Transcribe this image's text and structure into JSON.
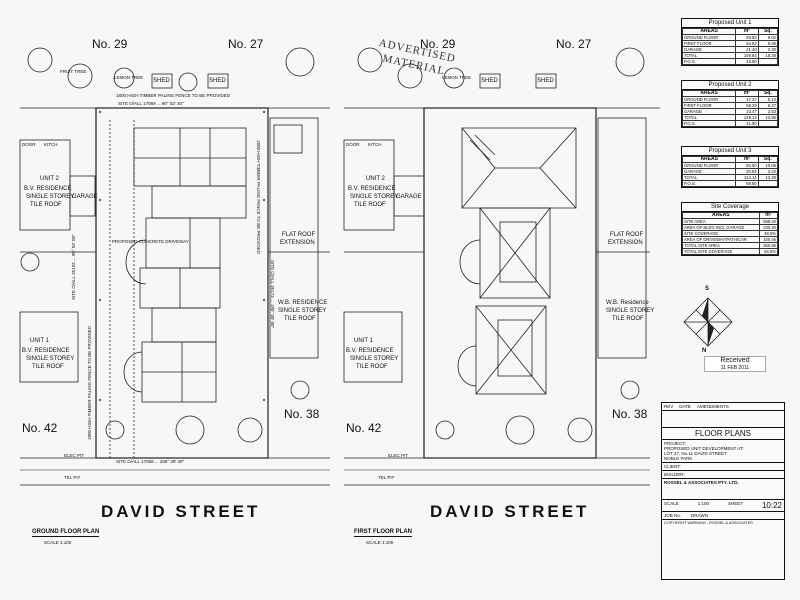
{
  "sheet": {
    "title": "Unit development floor plans - 11 David Street"
  },
  "ground": {
    "plan_label": "GROUND FLOOR PLAN",
    "scale": "SCALE 1:100",
    "boundary_top": "SITE O/ALL 17069 ... 90° 53' 30\"",
    "boundary_bottom": "SITE O/ALL 17069 ... 269° 39' 30\"",
    "boundary_left": "SITE O/ALL 35193 ... 90° 02' 00\"",
    "boundary_right": "SITE O/ALL 35173 ... 180° 00' 00\"",
    "fence_top": "1800 HIGH TIMBER PALING FENCE TO BE PROVIDED",
    "fence_left": "1800 HIGH TIMBER PALING FENCE TO BE PROVIDED",
    "fence_right": "1800 HIGH TIMBER PALING FENCE TO BE PROVIDED",
    "shed1": "SHED",
    "shed2": "SHED",
    "fruit_tree": "FRUIT TREE",
    "lemon_tree": "LEMON TREE",
    "door": "DOOR",
    "kitch": "KITCH",
    "unit2_title": "UNIT 2",
    "unit2_desc1": "B.V. RESIDENCE",
    "unit2_desc2": "SINGLE STOREY",
    "unit2_desc3": "TILE ROOF",
    "garage": "GARAGE",
    "unit1_title": "UNIT 1",
    "unit1_desc1": "B.V. RESIDENCE",
    "unit1_desc2": "SINGLE STOREY",
    "unit1_desc3": "TILE ROOF",
    "flat_roof": "FLAT ROOF",
    "extension": "EXTENSION",
    "wb1": "W.B. RESIDENCE",
    "wb2": "SINGLE STOREY",
    "wb3": "TILE ROOF",
    "proposed_driveway": "PROPOSED CONCRETE DRIVEWAY",
    "elec_pit": "ELEC PIT",
    "tel_pit": "TEL PIT",
    "no29": "No. 29",
    "no27": "No. 27",
    "no42": "No. 42",
    "no38": "No. 38"
  },
  "first": {
    "plan_label": "FIRST FLOOR PLAN",
    "scale": "SCALE 1:100",
    "stamp1": "ADVERTISED",
    "stamp2": "MATERIAL",
    "shed1": "SHED",
    "shed2": "SHED",
    "lemon_tree": "LEMON TREE",
    "door": "DOOR",
    "kitch": "KITCH",
    "unit2_title": "UNIT 2",
    "unit2_desc1": "B.V. RESIDENCE",
    "unit2_desc2": "SINGLE STOREY",
    "unit2_desc3": "TILE ROOF",
    "garage": "GARAGE",
    "unit1_title": "UNIT 1",
    "unit1_desc1": "B.V. RESIDENCE",
    "unit1_desc2": "SINGLE STOREY",
    "unit1_desc3": "TILE ROOF",
    "flat_roof": "FLAT ROOF",
    "extension": "EXTENSION",
    "wb1": "W.B. Residence",
    "wb2": "SINGLE STOREY",
    "wb3": "TILE ROOF",
    "elec_pit": "ELEC PIT",
    "tel_pit": "TEL PIT",
    "no29": "No. 29",
    "no27": "No. 27",
    "no42": "No. 42",
    "no38": "No. 38"
  },
  "street": "DAVID STREET",
  "unit1": {
    "title": "Proposed Unit 1",
    "headers": [
      "AREAS",
      "m²",
      "Sq."
    ],
    "rows": [
      [
        "GROUND FLOOR",
        "83.82",
        "9.02"
      ],
      [
        "FIRST FLOOR",
        "64.62",
        "6.96"
      ],
      [
        "GARAGE",
        "21.40",
        "2.30"
      ]
    ],
    "total": [
      "TOTAL",
      "169.84",
      "18.28"
    ],
    "pos": [
      "P.O.S.",
      "43.90",
      ""
    ]
  },
  "unit2": {
    "title": "Proposed Unit 2",
    "headers": [
      "AREAS",
      "m²",
      "Sq."
    ],
    "rows": [
      [
        "GROUND FLOOR",
        "47.37",
        "5.10"
      ],
      [
        "FIRST FLOOR",
        "58.29",
        "6.27"
      ],
      [
        "GARAGE",
        "23.47",
        "2.53"
      ]
    ],
    "total": [
      "TOTAL",
      "129.13",
      "13.90"
    ],
    "pos": [
      "P.O.S.",
      "41.90",
      ""
    ]
  },
  "unit3": {
    "title": "Proposed Unit 3",
    "headers": [
      "AREAS",
      "m²",
      "Sq."
    ],
    "rows": [
      [
        "GROUND FLOOR",
        "93.50",
        "10.06"
      ],
      [
        "GARAGE",
        "20.64",
        "2.22"
      ]
    ],
    "total": [
      "TOTAL",
      "114.14",
      "12.28"
    ],
    "pos": [
      "P.O.S.",
      "59.60",
      ""
    ]
  },
  "coverage": {
    "title": "Site Coverage",
    "headers": [
      "AREAS",
      "m²"
    ],
    "rows": [
      [
        "SITE AREA",
        "598.40"
      ],
      [
        "AREA OF BLDG INCL GARAGE",
        "230.40"
      ],
      [
        "SITE COVERAGE",
        "38.5%"
      ],
      [
        "AREA OF DRIVEWAY/PATH/CAR",
        "100.46"
      ],
      [
        "TOTAL SITE AREA",
        "360.86"
      ]
    ],
    "total": [
      "TOTAL SITE COVERAGE",
      "56.8%"
    ]
  },
  "compass": {
    "s": "S",
    "n": "N"
  },
  "received": {
    "label": "Received",
    "date": "11 FEB 2011"
  },
  "titleblock": {
    "rev": "REV",
    "date": "DATE",
    "amendments": "AMENDMENTS",
    "title": "FLOOR PLANS",
    "project_label": "PROJECT:",
    "project1": "PROPOSED UNIT DEVELOPMENT AT:",
    "project2": "LOT 27, No.11 DAVID STREET",
    "project3": "NOBLE PARK",
    "client": "CLIENT:",
    "builder": "BUILDER:",
    "firm": "ROSSEL & ASSOCIATES PTY. LTD.",
    "scale": "SCALE",
    "scale_val": "1:100",
    "sheet": "SHEET",
    "sheet_val": "10:22",
    "job": "JOB No.",
    "drawn": "DRAWN",
    "copyright": "COPYRIGHT WARNING - ROSSEL & ASSOCIATES"
  }
}
